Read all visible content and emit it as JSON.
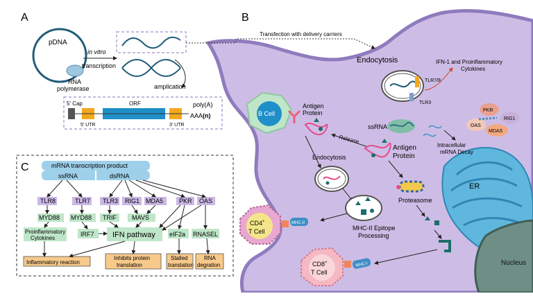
{
  "panelA": {
    "letter": "A",
    "pdna": "pDNA",
    "in_vitro": "in vitro",
    "transcription": "transcription",
    "rna_pol_1": "RNA",
    "rna_pol_2": "polymerase",
    "amplication": "amplication",
    "cap": "5' Cap",
    "orf": "ORF",
    "polya": "poly(A)",
    "utr5": "5' UTR",
    "utr3": "3' UTR",
    "aaa": "AAA",
    "n": "(n)"
  },
  "panelB": {
    "letter": "B",
    "transfection": "Transfection with delivery carriers",
    "endocytosis_top": "Endocytosis",
    "ifn_1": "IFN-1 and Proinflammatory",
    "ifn_2": "Cytokines",
    "tlr78": "TLR7/8",
    "tlr3": "TLR3",
    "pkr": "PKR",
    "rig1": "RIG1",
    "oas": "OAS",
    "mdas": "MDAS",
    "ssrna": "ssRNA",
    "intra_1": "Intracellular",
    "intra_2": "mRNA Decay",
    "antigen_top_1": "Antigen",
    "antigen_top_2": "Protein",
    "bcell": "B Cell",
    "release": "Release",
    "antigen_mid_1": "Antigen",
    "antigen_mid_2": "Protein",
    "endocytosis_mid": "Endocytosis",
    "proteasome": "Proteasome",
    "er": "ER",
    "cd4_1": "CD4",
    "cd4_sup": "+",
    "cd4_2": "T Cell",
    "mhc2": "MHC-II",
    "mhc2_1": "MHC-II Epitope",
    "mhc2_2": "Processing",
    "cd8_1": "CD8",
    "cd8_sup": "+",
    "cd8_2": "T Cell",
    "mhc1": "MHC-I",
    "nucleus": "Nucleus"
  },
  "panelC": {
    "letter": "C",
    "header": "mRNA transcription product",
    "ssrna": "ssRNA",
    "dsrna": "dsRNA",
    "tlr8": "TLR8",
    "tlr7": "TLR7",
    "tlr3": "TLR3",
    "rig1": "RIG1",
    "mda5": "MDA5",
    "pkr": "PKR",
    "oas": "OAS",
    "myd88a": "MYD88",
    "myd88b": "MYD88",
    "trif": "TRIF",
    "mavs": "MAVS",
    "proinf_1": "Proinflammatory",
    "proinf_2": "Cytokines",
    "irf7": "IRF7",
    "ifn": "IFN pathway",
    "eif2a": "eIF2a",
    "rnasel": "RNASEL",
    "out1": "Inflammatory reaction",
    "out2_1": "Inhibits protein",
    "out2_2": "translation",
    "out3_1": "Stalled",
    "out3_2": "translation",
    "out4_1": "RNA",
    "out4_2": "degration"
  },
  "colors": {
    "membrane": "#c9b8e3",
    "membrane_edge": "#9a86c4",
    "orf": "#1f8fc9",
    "utr": "#f2a81d",
    "cap": "#555555",
    "lavender": "#cbb8e6",
    "lightblue": "#9fd0ea",
    "green": "#bfe6c9",
    "orange": "#f7c98b",
    "er": "#5fb7dd",
    "nucleus": "#6f8f86",
    "teal": "#1c6e6a",
    "pink": "#e54b8a"
  }
}
